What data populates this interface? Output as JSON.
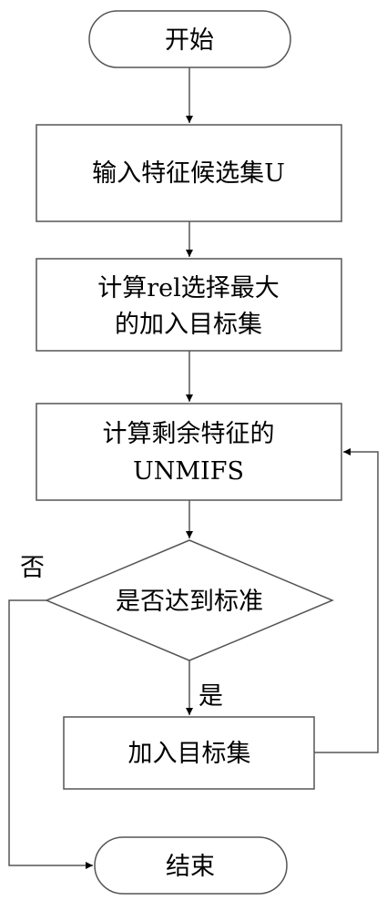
{
  "nodes": {
    "start": "开始",
    "input": "输入特征候选集U",
    "compute_rel_line1": "计算rel选择最大",
    "compute_rel_line2": "的加入目标集",
    "compute_unmifs_line1": "计算剩余特征的",
    "compute_unmifs_line2": "UNMIFS",
    "decision": "是否达到标准",
    "add": "加入目标集",
    "end": "结束"
  },
  "edges": {
    "no_label": "否",
    "yes_label": "是"
  }
}
